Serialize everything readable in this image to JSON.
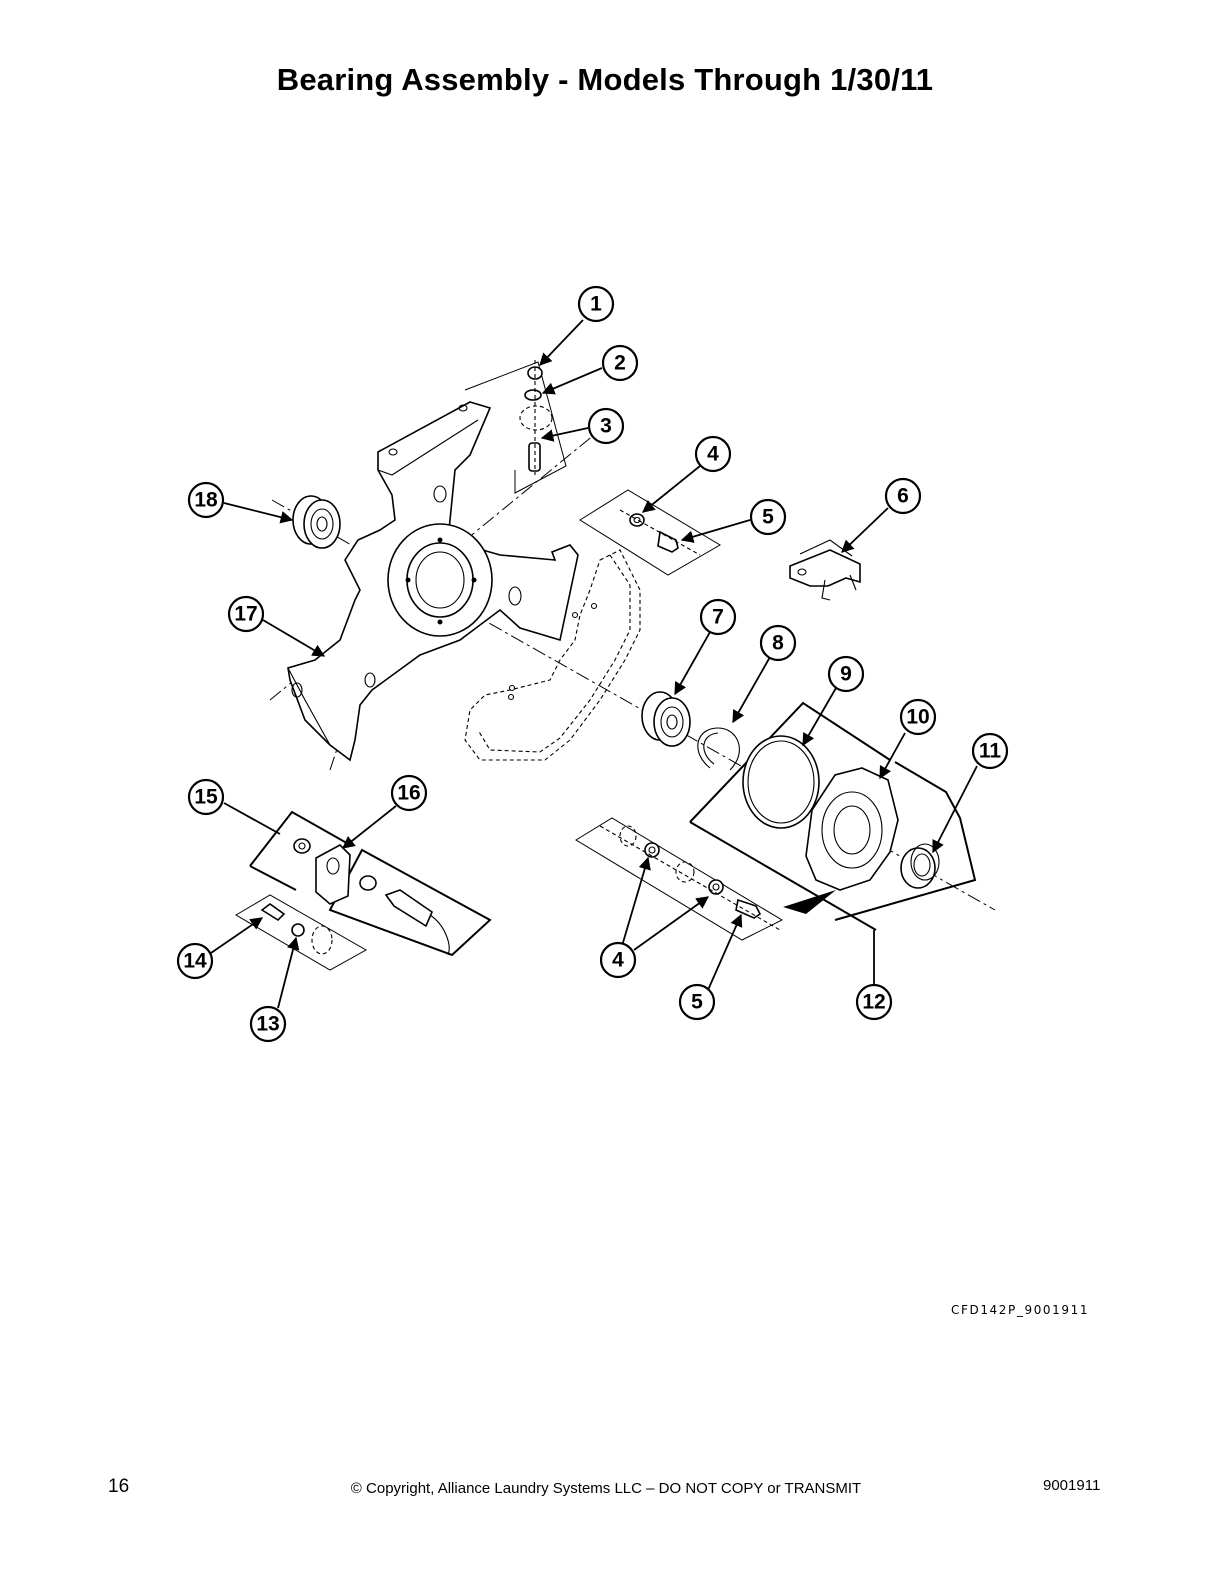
{
  "title": "Bearing Assembly - Models Through 1/30/11",
  "diagram": {
    "callouts": [
      "1",
      "2",
      "3",
      "4",
      "5",
      "6",
      "7",
      "8",
      "9",
      "10",
      "11",
      "18",
      "17",
      "15",
      "16",
      "14",
      "13",
      "4",
      "5",
      "12"
    ]
  },
  "reference_code": "CFD142P_9001911",
  "footer": {
    "page_number": "16",
    "copyright": "© Copyright, Alliance Laundry Systems LLC – DO NOT COPY or TRANSMIT",
    "document_number": "9001911"
  }
}
